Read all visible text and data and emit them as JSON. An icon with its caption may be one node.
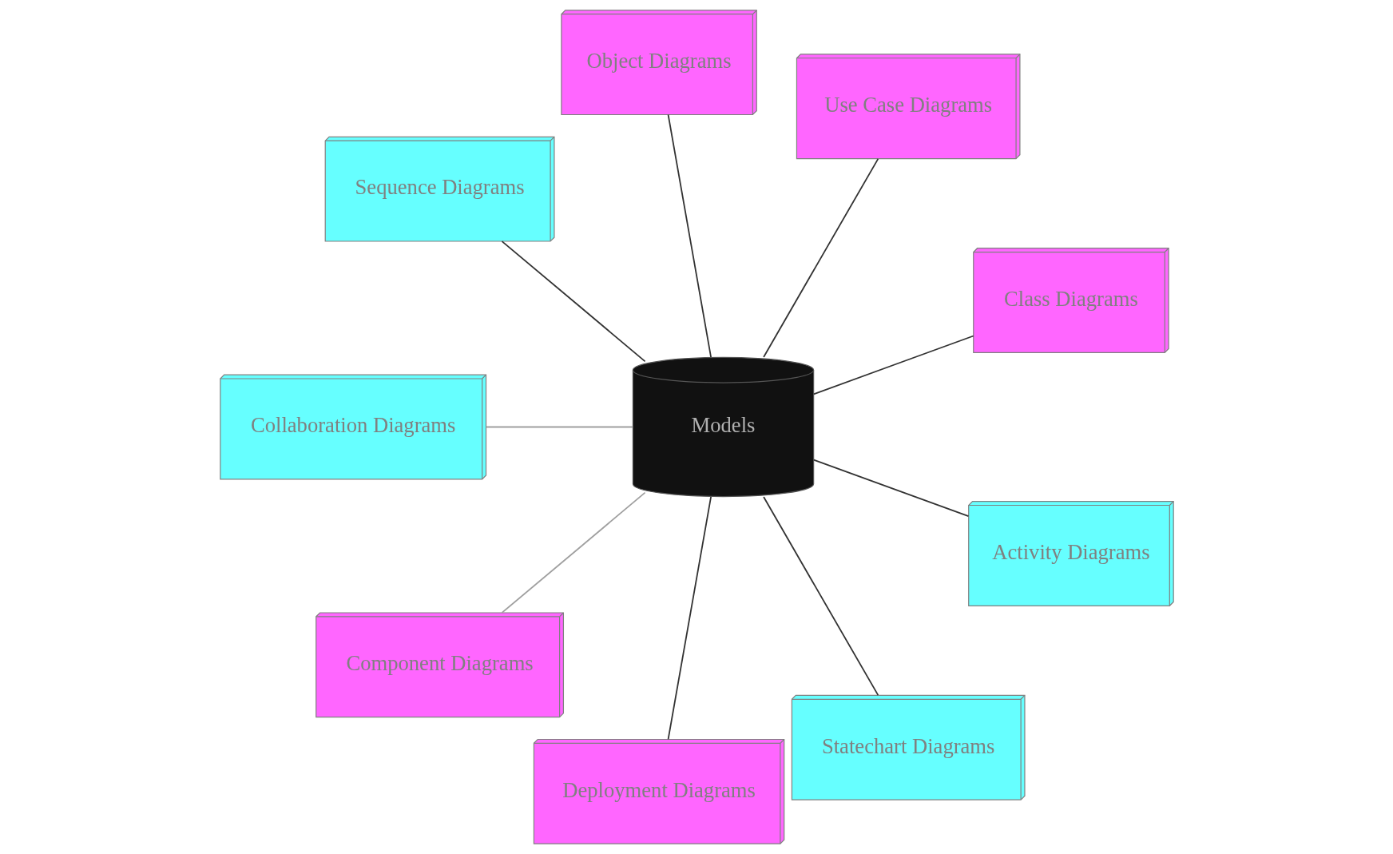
{
  "diagram": {
    "nodes": [
      {
        "text": [
          "Class Diagrams"
        ]
      },
      {
        "text": [
          "Use Case Diagrams"
        ]
      },
      {
        "text": [
          "Object Diagrams"
        ]
      },
      {
        "text": [
          "Sequence Diagrams"
        ]
      },
      {
        "text": [
          "Collaboration Diagrams"
        ]
      },
      {
        "text": [
          "Models"
        ]
      },
      {
        "text": [
          "Component Diagrams"
        ]
      },
      {
        "text": [
          "Deployment Diagrams"
        ]
      },
      {
        "text": [
          "Statechart Diagrams"
        ]
      },
      {
        "text": [
          "Activity Diagrams"
        ]
      }
    ],
    "edges": [
      {
        "from": 5,
        "to": 0,
        "arrow": "none"
      },
      {
        "from": 5,
        "to": 1,
        "arrow": "none"
      },
      {
        "from": 5,
        "to": 2,
        "arrow": "none"
      },
      {
        "from": 5,
        "to": 3,
        "arrow": "none"
      },
      {
        "from": 5,
        "to": 4,
        "arrow": "none",
        "color": "#a0a0a0"
      },
      {
        "from": 5,
        "to": 6,
        "arrow": "none",
        "color": "#a0a0a0"
      },
      {
        "from": 5,
        "to": 7,
        "arrow": "none"
      },
      {
        "from": 5,
        "to": 8,
        "arrow": "none"
      },
      {
        "from": 5,
        "to": 9,
        "arrow": "none"
      }
    ]
  }
}
